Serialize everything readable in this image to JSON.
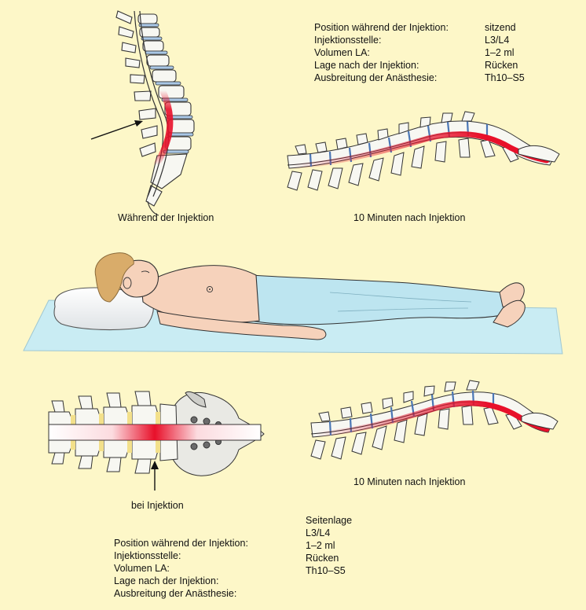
{
  "top_table": {
    "rows": [
      {
        "label": "Position während der Injektion:",
        "value": "sitzend"
      },
      {
        "label": "Injektionsstelle:",
        "value": "L3/L4"
      },
      {
        "label": "Volumen LA:",
        "value": "1–2 ml"
      },
      {
        "label": "Lage nach der Injektion:",
        "value": "Rücken"
      },
      {
        "label": "Ausbreitung der Anästhesie:",
        "value": "Th10–S5"
      }
    ]
  },
  "captions": {
    "during_injection": "Während der Injektion",
    "ten_min_top": "10 Minuten nach Injektion",
    "ten_min_bottom": "10 Minuten nach Injektion",
    "at_injection": "bei Injektion"
  },
  "bottom_table": {
    "labels": [
      "Position während der Injektion:",
      "Injektionsstelle:",
      "Volumen LA:",
      "Lage nach der Injektion:",
      "Ausbreitung der Anästhesie:"
    ],
    "values": [
      "Seitenlage",
      "L3/L4",
      "1–2 ml",
      "Rücken",
      "Th10–S5"
    ]
  },
  "colors": {
    "background": "#fdf7c8",
    "anesthesia": "#e8102a",
    "bone": "#f7f7f2",
    "disc": "#a9c7e6",
    "sheet": "#c9ecf3",
    "skin": "#f6d2bb",
    "hair": "#d9ac6a"
  }
}
